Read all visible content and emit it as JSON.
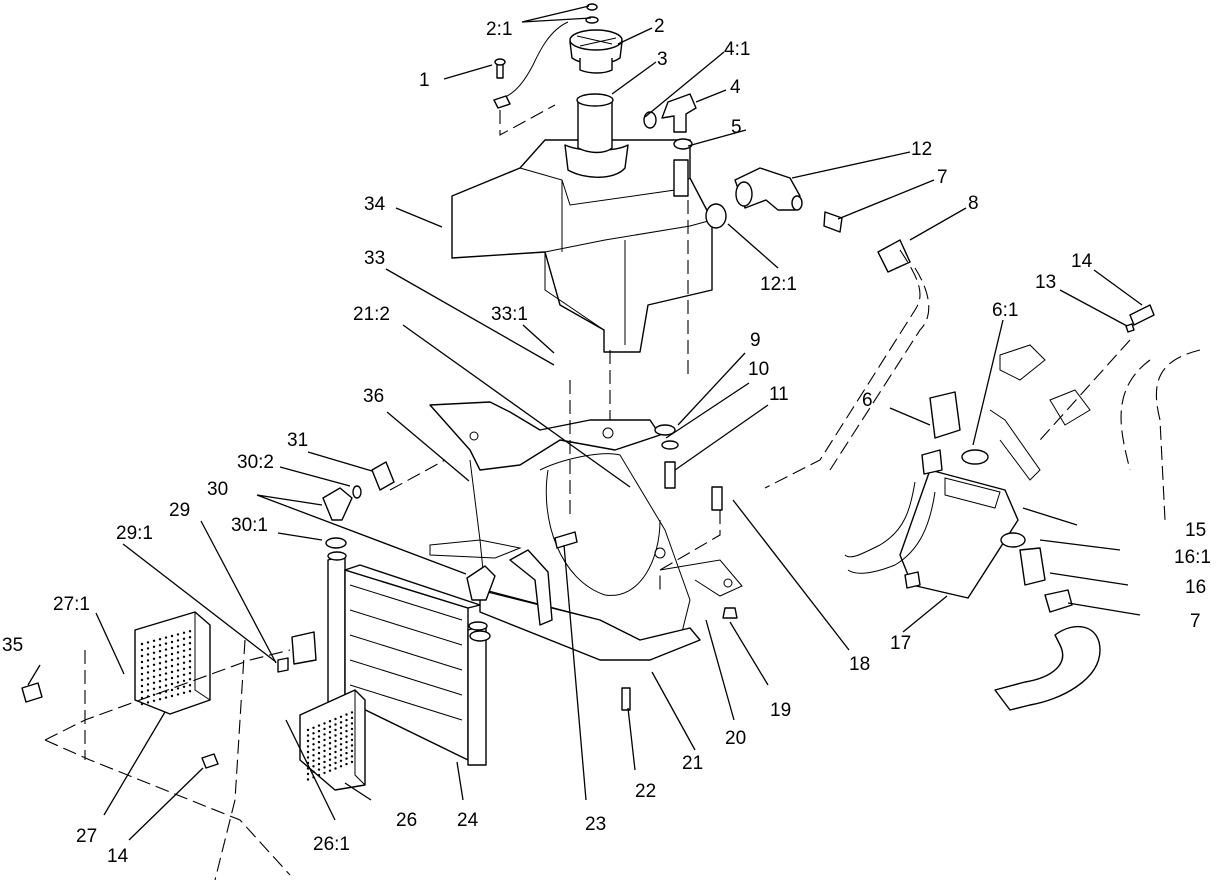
{
  "diagram": {
    "labels": [
      {
        "id": "c1",
        "text": "1"
      },
      {
        "id": "c2_1",
        "text": "2:1"
      },
      {
        "id": "c2",
        "text": "2"
      },
      {
        "id": "c3",
        "text": "3"
      },
      {
        "id": "c4_1",
        "text": "4:1"
      },
      {
        "id": "c4",
        "text": "4"
      },
      {
        "id": "c5",
        "text": "5"
      },
      {
        "id": "c12",
        "text": "12"
      },
      {
        "id": "c7a",
        "text": "7"
      },
      {
        "id": "c8",
        "text": "8"
      },
      {
        "id": "c34",
        "text": "34"
      },
      {
        "id": "c33",
        "text": "33"
      },
      {
        "id": "c12_1",
        "text": "12:1"
      },
      {
        "id": "c14a",
        "text": "14"
      },
      {
        "id": "c13",
        "text": "13"
      },
      {
        "id": "c21_2",
        "text": "21:2"
      },
      {
        "id": "c33_1",
        "text": "33:1"
      },
      {
        "id": "c6_1",
        "text": "6:1"
      },
      {
        "id": "c9",
        "text": "9"
      },
      {
        "id": "c10",
        "text": "10"
      },
      {
        "id": "c36",
        "text": "36"
      },
      {
        "id": "c11",
        "text": "11"
      },
      {
        "id": "c6",
        "text": "6"
      },
      {
        "id": "c31",
        "text": "31"
      },
      {
        "id": "c30_2",
        "text": "30:2"
      },
      {
        "id": "c30",
        "text": "30"
      },
      {
        "id": "c29",
        "text": "29"
      },
      {
        "id": "c15",
        "text": "15"
      },
      {
        "id": "c30_1",
        "text": "30:1"
      },
      {
        "id": "c29_1",
        "text": "29:1"
      },
      {
        "id": "c16_1",
        "text": "16:1"
      },
      {
        "id": "c16",
        "text": "16"
      },
      {
        "id": "c27_1",
        "text": "27:1"
      },
      {
        "id": "c7b",
        "text": "7"
      },
      {
        "id": "c35",
        "text": "35"
      },
      {
        "id": "c17",
        "text": "17"
      },
      {
        "id": "c18",
        "text": "18"
      },
      {
        "id": "c19",
        "text": "19"
      },
      {
        "id": "c20",
        "text": "20"
      },
      {
        "id": "c21",
        "text": "21"
      },
      {
        "id": "c22",
        "text": "22"
      },
      {
        "id": "c26",
        "text": "26"
      },
      {
        "id": "c24",
        "text": "24"
      },
      {
        "id": "c23",
        "text": "23"
      },
      {
        "id": "c27",
        "text": "27"
      },
      {
        "id": "c14b",
        "text": "14"
      },
      {
        "id": "c26_1",
        "text": "26:1"
      }
    ]
  }
}
